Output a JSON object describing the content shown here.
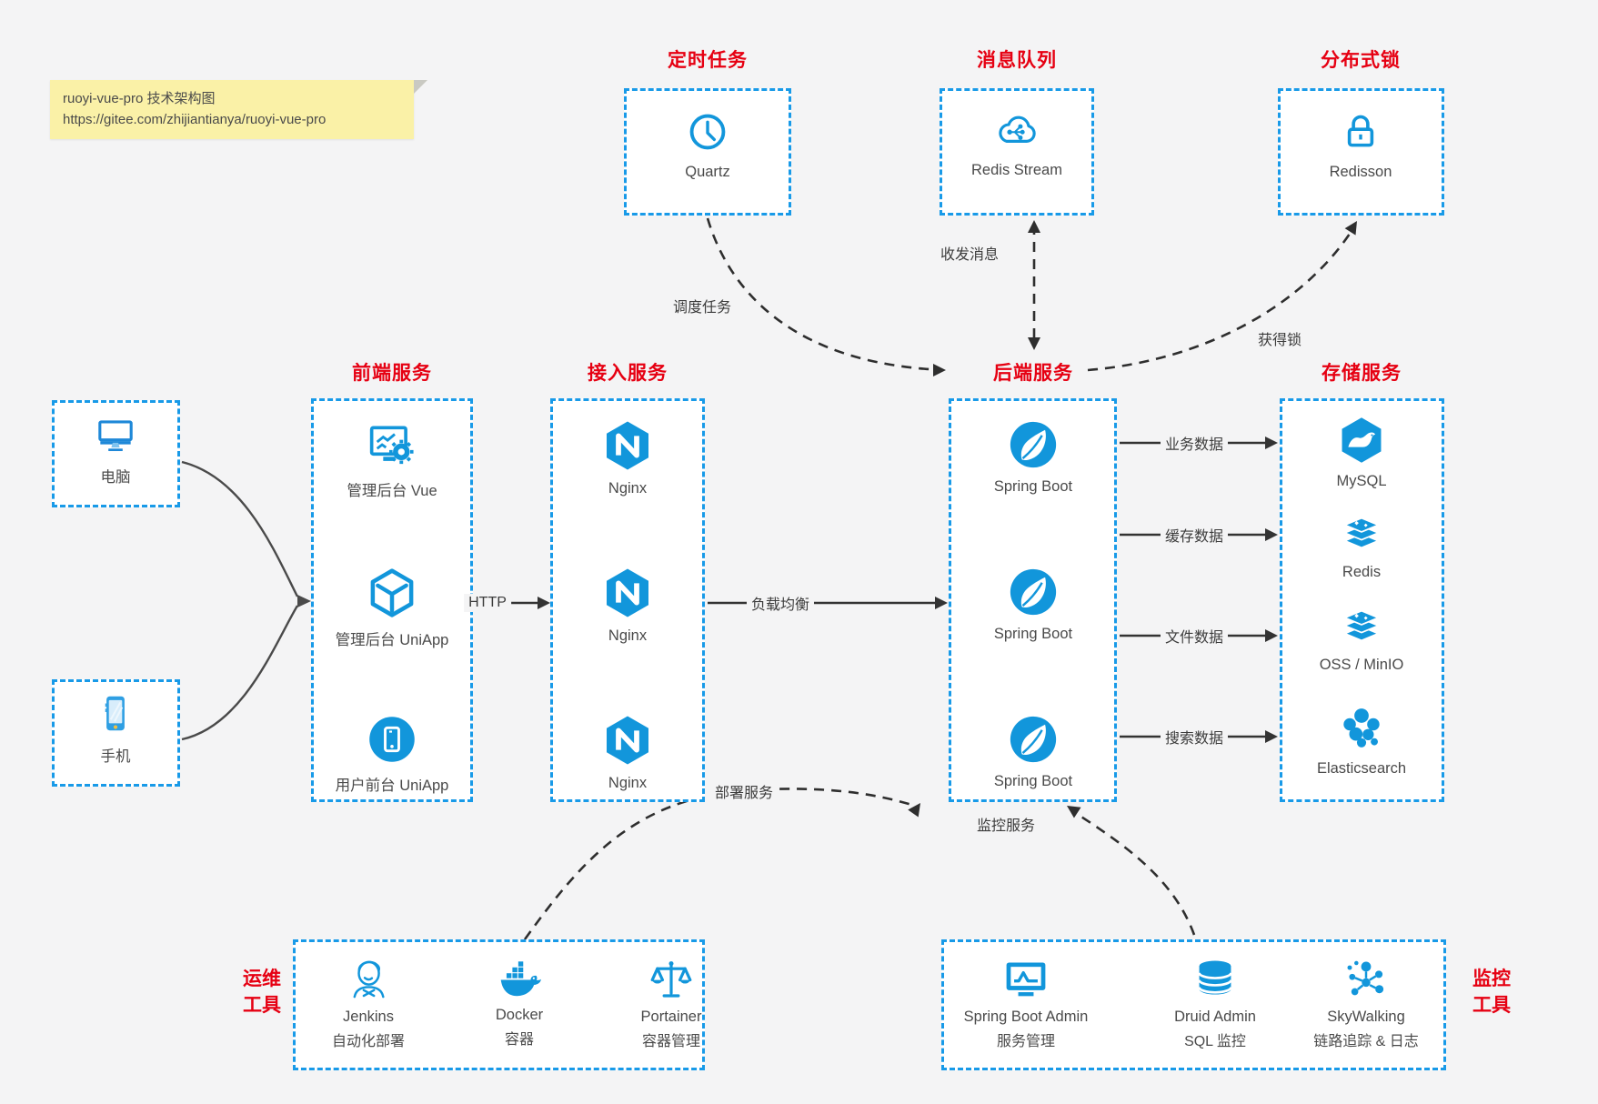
{
  "note": {
    "line1": "ruoyi-vue-pro 技术架构图",
    "line2": "https://gitee.com/zhijiantianya/ruoyi-vue-pro"
  },
  "top": [
    {
      "title": "定时任务",
      "label": "Quartz",
      "icon": "clock-icon"
    },
    {
      "title": "消息队列",
      "label": "Redis Stream",
      "icon": "cloud-stream-icon"
    },
    {
      "title": "分布式锁",
      "label": "Redisson",
      "icon": "lock-icon"
    }
  ],
  "clients": [
    {
      "label": "电脑",
      "icon": "desktop-icon"
    },
    {
      "label": "手机",
      "icon": "phone-icon"
    }
  ],
  "columns": [
    {
      "title": "前端服务",
      "items": [
        {
          "label": "管理后台 Vue",
          "icon": "admin-vue-icon"
        },
        {
          "label": "管理后台 UniApp",
          "icon": "cube-icon"
        },
        {
          "label": "用户前台 UniApp",
          "icon": "user-app-icon"
        }
      ]
    },
    {
      "title": "接入服务",
      "items": [
        {
          "label": "Nginx",
          "icon": "nginx-icon"
        },
        {
          "label": "Nginx",
          "icon": "nginx-icon"
        },
        {
          "label": "Nginx",
          "icon": "nginx-icon"
        }
      ]
    },
    {
      "title": "后端服务",
      "items": [
        {
          "label": "Spring Boot",
          "icon": "spring-icon"
        },
        {
          "label": "Spring Boot",
          "icon": "spring-icon"
        },
        {
          "label": "Spring Boot",
          "icon": "spring-icon"
        }
      ]
    },
    {
      "title": "存储服务",
      "items": [
        {
          "label": "MySQL",
          "icon": "mysql-icon"
        },
        {
          "label": "Redis",
          "icon": "redis-stack-icon"
        },
        {
          "label": "OSS / MinIO",
          "icon": "oss-stack-icon"
        },
        {
          "label": "Elasticsearch",
          "icon": "elasticsearch-icon"
        }
      ]
    }
  ],
  "edges": {
    "http": "HTTP",
    "load_balance": "负载均衡",
    "business_data": "业务数据",
    "cache_data": "缓存数据",
    "file_data": "文件数据",
    "search_data": "搜索数据",
    "schedule": "调度任务",
    "message": "收发消息",
    "lock": "获得锁",
    "deploy": "部署服务",
    "monitor": "监控服务"
  },
  "ops": {
    "side_label": "运维\n工具",
    "items": [
      {
        "name": "Jenkins",
        "sub": "自动化部署",
        "icon": "jenkins-icon"
      },
      {
        "name": "Docker",
        "sub": "容器",
        "icon": "docker-icon"
      },
      {
        "name": "Portainer",
        "sub": "容器管理",
        "icon": "portainer-icon"
      }
    ]
  },
  "monitoring": {
    "side_label": "监控\n工具",
    "items": [
      {
        "name": "Spring Boot Admin",
        "sub": "服务管理",
        "icon": "spring-boot-admin-icon"
      },
      {
        "name": "Druid Admin",
        "sub": "SQL 监控",
        "icon": "druid-icon"
      },
      {
        "name": "SkyWalking",
        "sub": "链路追踪 & 日志",
        "icon": "skywalking-icon"
      }
    ]
  },
  "colors": {
    "accent_blue": "#1296db",
    "border_blue": "#189ae8",
    "title_red": "#e60012",
    "arrow_dark": "#333333",
    "note_bg": "#faf1a7",
    "canvas_bg": "#f4f4f5"
  }
}
